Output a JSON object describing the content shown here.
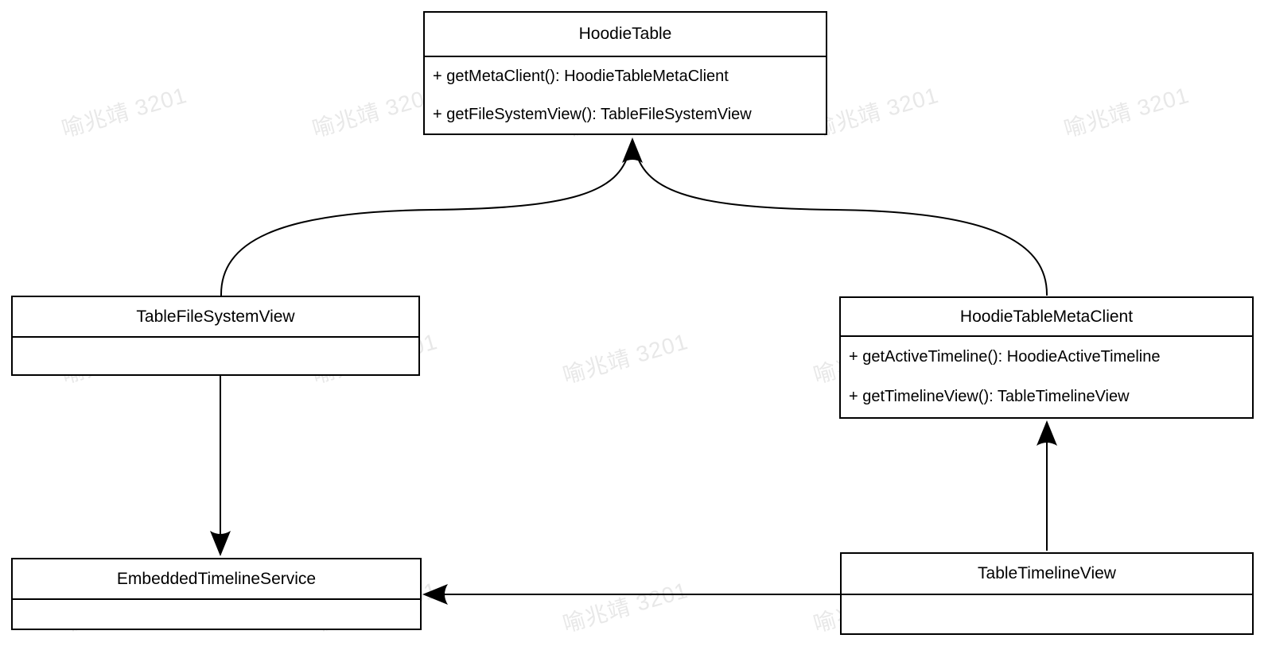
{
  "watermark": {
    "text": "喻兆靖 3201",
    "color": "#e8e8e8"
  },
  "diagram": {
    "classes": [
      {
        "id": "hoodie-table",
        "name": "HoodieTable",
        "methods": [
          "+ getMetaClient(): HoodieTableMetaClient",
          "+ getFileSystemView(): TableFileSystemView"
        ]
      },
      {
        "id": "table-file-system-view",
        "name": "TableFileSystemView",
        "methods": []
      },
      {
        "id": "hoodie-table-meta-client",
        "name": "HoodieTableMetaClient",
        "methods": [
          "+ getActiveTimeline(): HoodieActiveTimeline",
          "+ getTimelineView(): TableTimelineView"
        ]
      },
      {
        "id": "embedded-timeline-service",
        "name": "EmbeddedTimelineService",
        "methods": []
      },
      {
        "id": "table-timeline-view",
        "name": "TableTimelineView",
        "methods": []
      }
    ],
    "relations": [
      {
        "from": "TableFileSystemView",
        "to": "HoodieTable",
        "style": "curved-arrow-up"
      },
      {
        "from": "HoodieTableMetaClient",
        "to": "HoodieTable",
        "style": "curved-arrow-up"
      },
      {
        "from": "TableFileSystemView",
        "to": "EmbeddedTimelineService",
        "style": "straight-arrow-down"
      },
      {
        "from": "TableTimelineView",
        "to": "HoodieTableMetaClient",
        "style": "straight-arrow-up"
      },
      {
        "from": "TableTimelineView",
        "to": "EmbeddedTimelineService",
        "style": "straight-arrow-left"
      }
    ]
  }
}
